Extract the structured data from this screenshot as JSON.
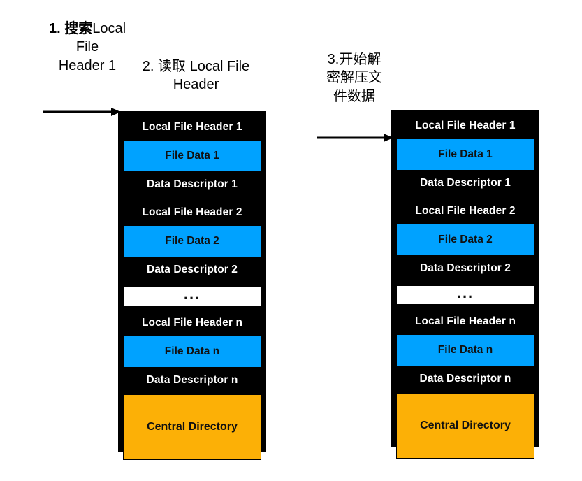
{
  "labels": {
    "step1": {
      "emphasis": "1. 搜索",
      "rest": "Local File\nHeader 1"
    },
    "step2": "2. 读取 Local File\nHeader",
    "step3": "3.开始解\n密解压文\n件数据"
  },
  "arrows": {
    "arrow1_name": "arrow-to-first-stack",
    "arrow2_name": "arrow-to-second-stack"
  },
  "colors": {
    "background": "#ffffff",
    "stack_background": "#000000",
    "file_data": "#00a2ff",
    "central_directory": "#fcb006",
    "ellipsis_block": "#ffffff",
    "band_text": "#ffffff",
    "block_text": "#111111"
  },
  "stacks": [
    {
      "name": "zip-structure-left",
      "rows": [
        {
          "type": "band",
          "label": "Local File Header 1"
        },
        {
          "type": "data",
          "label": "File Data 1"
        },
        {
          "type": "band",
          "label": "Data Descriptor 1"
        },
        {
          "type": "band",
          "label": "Local File Header 2"
        },
        {
          "type": "data",
          "label": "File Data 2"
        },
        {
          "type": "band",
          "label": "Data Descriptor 2"
        },
        {
          "type": "ellip",
          "label": "..."
        },
        {
          "type": "band",
          "label": "Local File Header n"
        },
        {
          "type": "data",
          "label": "File Data n"
        },
        {
          "type": "band",
          "label": "Data Descriptor  n"
        },
        {
          "type": "cdir",
          "label": "Central Directory"
        }
      ]
    },
    {
      "name": "zip-structure-right",
      "rows": [
        {
          "type": "band",
          "label": "Local File Header 1"
        },
        {
          "type": "data",
          "label": "File Data 1"
        },
        {
          "type": "band",
          "label": "Data Descriptor 1"
        },
        {
          "type": "band",
          "label": "Local File Header 2"
        },
        {
          "type": "data",
          "label": "File Data 2"
        },
        {
          "type": "band",
          "label": "Data Descriptor 2"
        },
        {
          "type": "ellip",
          "label": "..."
        },
        {
          "type": "band",
          "label": "Local File Header n"
        },
        {
          "type": "data",
          "label": "File Data n"
        },
        {
          "type": "band",
          "label": "Data Descriptor  n"
        },
        {
          "type": "cdir",
          "label": "Central Directory"
        }
      ]
    }
  ]
}
